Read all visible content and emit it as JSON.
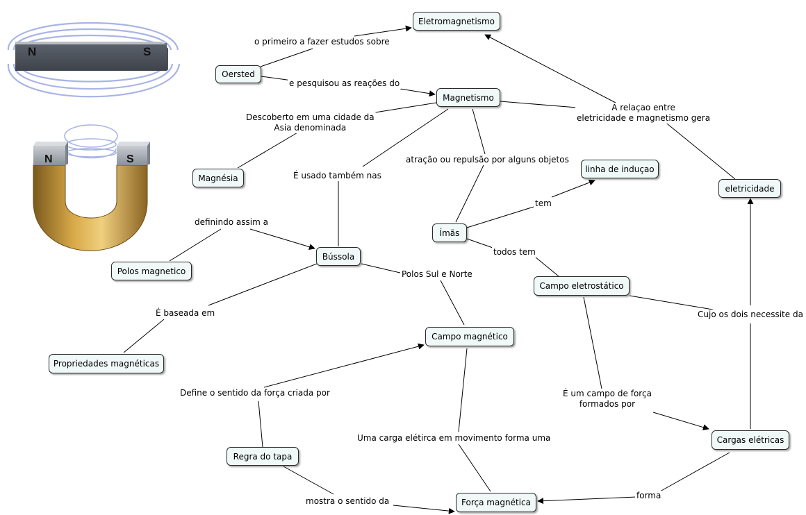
{
  "nodes": {
    "eletromagnetismo": "Eletromagnetismo",
    "oersted": "Oersted",
    "magnetismo": "Magnetismo",
    "magnesia": "Magnésia",
    "linha_inducao": "linha de induçao",
    "eletricidade": "eletricidade",
    "imas": "Ímãs",
    "bussola": "Bússola",
    "polos_magnetico": "Polos magnetico",
    "campo_eletrostatico": "Campo eletrostático",
    "campo_magnetico": "Campo magnético",
    "propriedades_magneticas": "Propriedades magnéticas",
    "regra_tapa": "Regra do tapa",
    "cargas_eletricas": "Cargas elétricas",
    "forca_magnetica": "Força magnética"
  },
  "links": {
    "primeiro_estudos": "o primeiro a fazer estudos sobre",
    "pesquisou": "e pesquisou as reações do",
    "relacao": "A relaçao entre\neletricidade e magnetismo gera",
    "descoberto": "Descoberto em uma cidade da\nAsia denominada",
    "usado_nas": "É usado também nas",
    "atracao": "atração ou repulsão por alguns objetos",
    "tem": "tem",
    "definindo": "definindo assim a",
    "todos_tem": "todos tem",
    "polos_sul_norte": "Polos Sul e Norte",
    "baseada": "É baseada em",
    "cujo": "Cujo os dois necessite da",
    "define_sentido": "Define o sentido da força criada por",
    "campo_forca": "É um campo de força\nformados por",
    "carga_movimento": "Uma carga elétirca em movimento forma uma",
    "mostra_sentido": "mostra o sentido da",
    "forma": "forma"
  },
  "magnets": {
    "bar_north": "N",
    "bar_south": "S",
    "u_north": "N",
    "u_south": "S"
  },
  "colors": {
    "node_fill": "#f0f8f8",
    "field_lines": "#a8b4e6",
    "u_magnet": "#c89a3c"
  }
}
